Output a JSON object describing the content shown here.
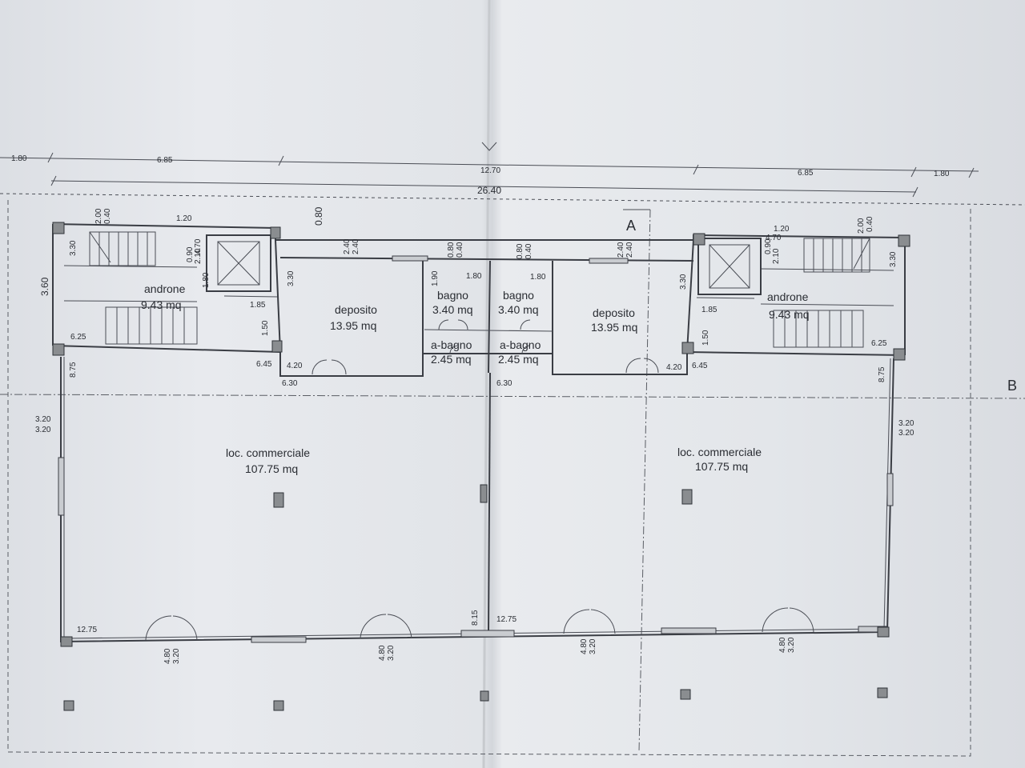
{
  "dimensions": {
    "top_1_80_left": "1.80",
    "top_6_85_left": "6.85",
    "top_12_70": "12.70",
    "top_6_85_right": "6.85",
    "top_1_80_right": "1.80",
    "top_26_40": "26.40",
    "side_3_60": "3.60",
    "dim_0_80": "0.80",
    "stair_1_20": "1.20",
    "stair_2_00": "2.00",
    "stair_0_40": "0.40",
    "lift_4_70": "4.70",
    "lift_0_90": "0.90",
    "lift_2_10": "2.10",
    "dim_3_30": "3.30",
    "dim_1_80": "1.80",
    "dim_1_85": "1.85",
    "dim_1_50": "1.50",
    "dim_6_25": "6.25",
    "dim_6_45": "6.45",
    "dim_4_20": "4.20",
    "dim_6_30": "6.30",
    "dim_2_40": "2.40",
    "dim_1_90": "1.90",
    "dim_8_75": "8.75",
    "dim_3_20": "3.20",
    "dim_12_75": "12.75",
    "dim_8_15": "8.15",
    "dim_4_80": "4.80"
  },
  "rooms": {
    "androne_left": {
      "name": "androne",
      "area": "9.43 mq"
    },
    "deposito_left": {
      "name": "deposito",
      "area": "13.95 mq"
    },
    "bagno_left": {
      "name": "bagno",
      "area": "3.40 mq"
    },
    "abagno_left": {
      "name": "a-bagno",
      "area": "2.45 mq"
    },
    "bagno_right": {
      "name": "bagno",
      "area": "3.40 mq"
    },
    "abagno_right": {
      "name": "a-bagno",
      "area": "2.45 mq"
    },
    "deposito_right": {
      "name": "deposito",
      "area": "13.95 mq"
    },
    "androne_right": {
      "name": "androne",
      "area": "9.43 mq"
    },
    "commerciale_left": {
      "name": "loc. commerciale",
      "area": "107.75 mq"
    },
    "commerciale_right": {
      "name": "loc. commerciale",
      "area": "107.75 mq"
    }
  },
  "section_marks": {
    "a": "A",
    "b": "B"
  },
  "colors": {
    "line": "#3a3d44",
    "paper": "#e4e6ea",
    "pillar": "#8a8d90"
  }
}
